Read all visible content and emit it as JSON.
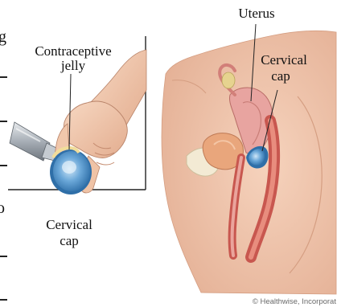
{
  "labels": {
    "contraceptive_jelly_line1": "Contraceptive",
    "contraceptive_jelly_line2": "jelly",
    "cervical_cap_left_line1": "Cervical",
    "cervical_cap_left_line2": "cap",
    "uterus": "Uterus",
    "cervical_cap_right_line1": "Cervical",
    "cervical_cap_right_line2": "cap",
    "left_edge_char_top": "g",
    "left_edge_char_bottom": "o"
  },
  "credit": "© Healthwise, Incorporat",
  "colors": {
    "skin": "#f2c9ad",
    "skin_shadow": "#d79f82",
    "cap_blue": "#6aa7d8",
    "cap_dark": "#2f6fa8",
    "uterus_pink": "#e8a4a0",
    "tissue_red": "#c8574f",
    "bone": "#f3ead4",
    "jelly": "#f1dd9a",
    "applicator": "#9fa6ae"
  }
}
